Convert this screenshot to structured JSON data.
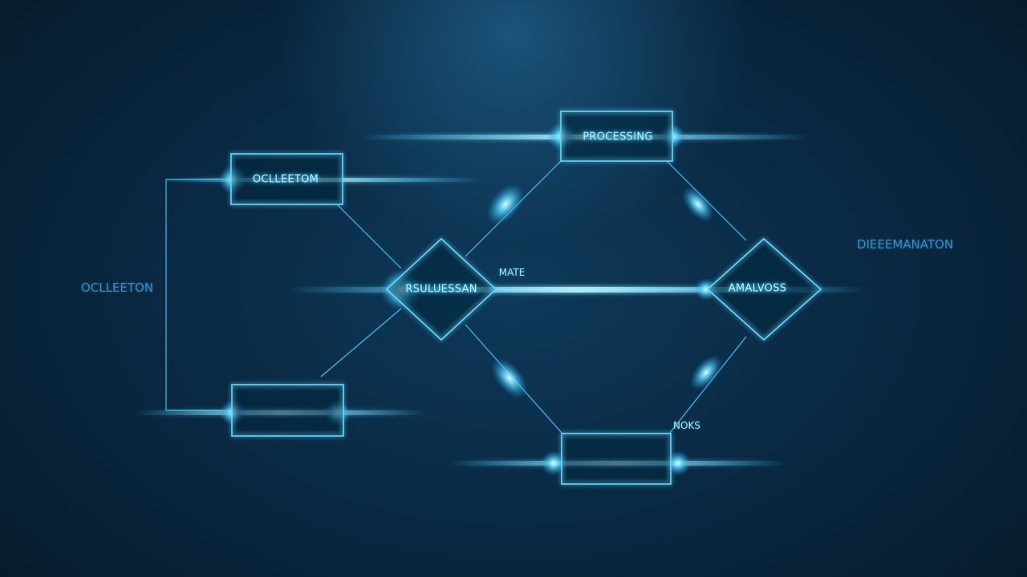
{
  "nodes": {
    "collection_box": {
      "label": "OCLLEETOM"
    },
    "processing_box": {
      "label": "PROCESSING"
    },
    "decision_diamond": {
      "label": "RSULUESSAN"
    },
    "analysis_diamond": {
      "label": "AMALVOSS"
    },
    "lower_left_box": {
      "label": ""
    },
    "lower_middle_box": {
      "label": ""
    }
  },
  "labels": {
    "left_side": "OCLLEETON",
    "right_side": "DIEEEMANATON",
    "edge_top": "MATE",
    "edge_bottom": "NOKS"
  },
  "colors": {
    "background": "#0a2a44",
    "line": "#3fd0ff",
    "glow": "#7fe6ff",
    "side_label": "#2e8fc4"
  }
}
